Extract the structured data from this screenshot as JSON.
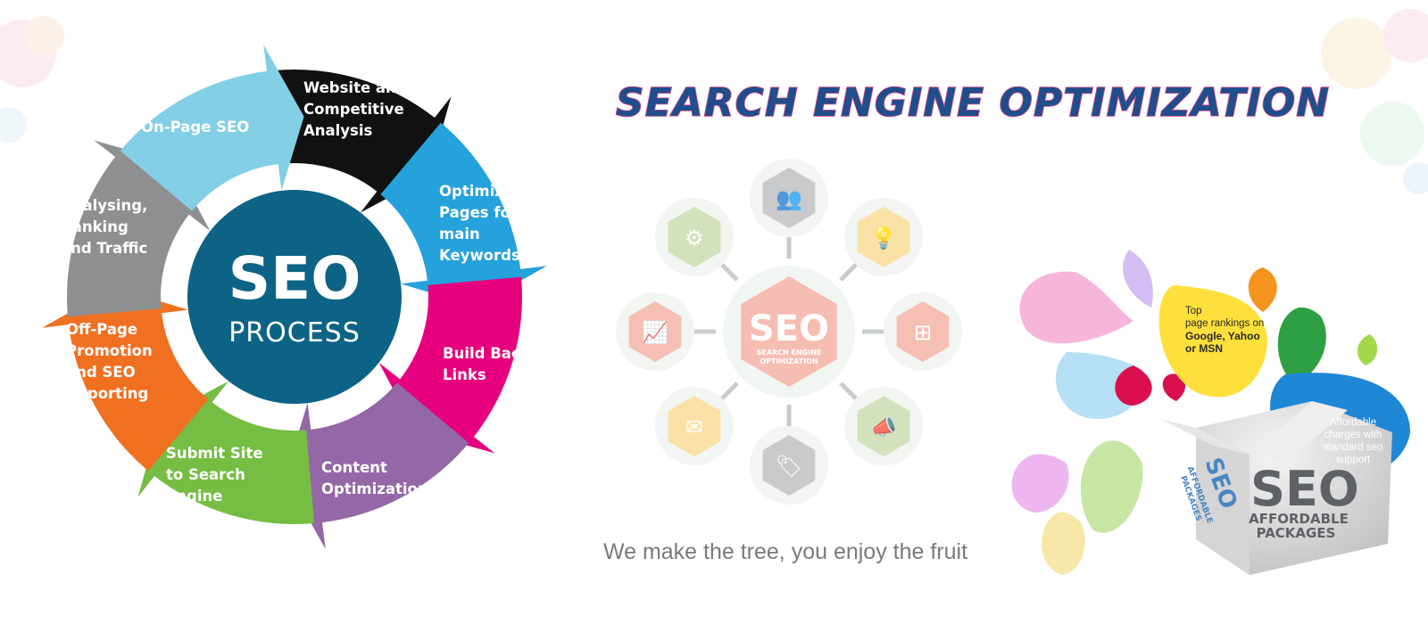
{
  "title": "SEARCH ENGINE OPTIMIZATION",
  "tagline": "We make the tree, you enjoy the fruit",
  "process": {
    "center_title": "SEO",
    "center_subtitle": "PROCESS",
    "colors": {
      "center": "#0d6386",
      "website": "#111111",
      "optimize": "#25a1dc",
      "backlinks": "#e6007e",
      "content": "#9467a6",
      "submit": "#76bd43",
      "offpage": "#f07022",
      "analysing": "#8e8f91",
      "onpage": "#82cfe6"
    },
    "steps": [
      {
        "key": "website",
        "lines": [
          "Website and",
          "Competitive",
          "Analysis"
        ]
      },
      {
        "key": "optimize",
        "lines": [
          "Optimize",
          "Pages for",
          "main",
          "Keywords"
        ]
      },
      {
        "key": "backlinks",
        "lines": [
          "Build Back",
          "Links"
        ]
      },
      {
        "key": "content",
        "lines": [
          "Content",
          "Optimization"
        ]
      },
      {
        "key": "submit",
        "lines": [
          "Submit Site",
          "to Search",
          "Engine"
        ]
      },
      {
        "key": "offpage",
        "lines": [
          "Off-Page",
          "Promotion",
          "and SEO",
          "Reporting"
        ]
      },
      {
        "key": "analysing",
        "lines": [
          "Analysing,",
          "Ranking",
          "and Traffic"
        ]
      },
      {
        "key": "onpage",
        "lines": [
          "On-Page SEO"
        ]
      }
    ]
  },
  "hub": {
    "center_title": "SEO",
    "center_subtitle_1": "SEARCH ENGINE",
    "center_subtitle_2": "OPTIMIZATION",
    "center_color": "#f3a89a",
    "nodes": [
      {
        "icon": "users-icon",
        "color": "#b7b9bb"
      },
      {
        "icon": "lightbulb-icon",
        "color": "#f9d98a"
      },
      {
        "icon": "sitemap-icon",
        "color": "#f2aa9c"
      },
      {
        "icon": "megaphone-icon",
        "color": "#c5d9a6"
      },
      {
        "icon": "price-tag-icon",
        "color": "#b7b9bb"
      },
      {
        "icon": "envelope-icon",
        "color": "#f9d98a"
      },
      {
        "icon": "presentation-icon",
        "color": "#f2aa9c"
      },
      {
        "icon": "gear-icon",
        "color": "#c5d9a6"
      }
    ]
  },
  "packages": {
    "bubble_top_1": "Top",
    "bubble_top_2": "page rankings on",
    "bubble_top_3": "Google, Yahoo",
    "bubble_top_4": "or MSN",
    "bubble_right_1": "Affordable",
    "bubble_right_2": "charges with",
    "bubble_right_3": "standard seo",
    "bubble_right_4": "support",
    "box_title": "SEO",
    "box_sub_1": "AFFORDABLE",
    "box_sub_2": "PACKAGES",
    "box_side_title": "SEO",
    "box_side_sub_1": "AFFORDABLE",
    "box_side_sub_2": "PACKAGES"
  }
}
